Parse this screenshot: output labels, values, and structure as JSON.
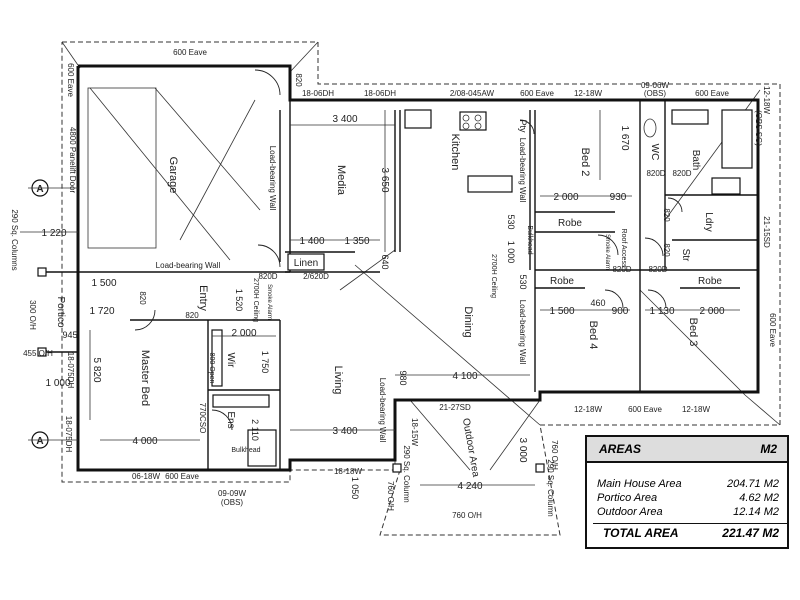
{
  "rooms": {
    "garage": "Garage",
    "media": "Media",
    "kitchen": "Kitchen",
    "bed2": "Bed 2",
    "wc": "WC",
    "bath": "Bath",
    "ldry": "Ldry",
    "str": "Str",
    "linen": "Linen",
    "robe_1": "Robe",
    "robe_2": "Robe",
    "robe_3": "Robe",
    "dining": "Dining",
    "bed4": "Bed 4",
    "bed3": "Bed 3",
    "entry": "Entry",
    "portico": "Portico",
    "master_bed": "Master Bed",
    "wir": "Wir",
    "ens": "Ens",
    "living": "Living",
    "outdoor_area": "Outdoor Area",
    "pty": "Pty"
  },
  "dimensions": {
    "d3400_media": "3 400",
    "d3650": "3 650",
    "d1400": "1 400",
    "d1350": "1 350",
    "d640": "640",
    "d1670": "1 670",
    "d2000_bed2": "2 000",
    "d930": "930",
    "d530a": "530",
    "d1000": "1 000",
    "d530b": "530",
    "d1500_bed4": "1 500",
    "d460": "460",
    "d900": "900",
    "d1130": "1 130",
    "d2000_bed3": "2 000",
    "d4100": "4 100",
    "d980": "980",
    "d3400_living": "3 400",
    "d3000": "3 000",
    "d4240": "4 240",
    "d1050": "1 050",
    "d1220": "1 220",
    "d1500_portico": "1 500",
    "d1720": "1 720",
    "d945": "945",
    "d5820": "5 820",
    "d1000_left": "1 000",
    "d4000": "4 000",
    "d1520": "1 520",
    "d2000_wir": "2 000",
    "d1750": "1 750",
    "d2110": "2 110"
  },
  "annotations": {
    "eave_600_top_garage": "600 Eave",
    "eave_600_left": "600 Eave",
    "eave_600_top_mid": "600 Eave",
    "eave_600_top_right": "600 Eave",
    "eave_600_right": "600 Eave",
    "eave_600_bottom_mid": "600 Eave",
    "eave_600_bottom_left": "600 Eave",
    "w_18_06dh_a": "18-06DH",
    "w_18_06dh_b": "18-06DH",
    "w_2_08_045aw": "2/08-045AW",
    "w_12_18w_top": "12-18W",
    "w_09_06w": "09-06W",
    "w_obs_top": "(OBS)",
    "w_12_18w_corner": "12-18W",
    "w_obs_sg": "(OBS SG)",
    "w_21_15sd": "21-15SD",
    "w_12_18w_bot_a": "12-18W",
    "w_12_18w_bot_b": "12-18W",
    "w_21_27sd": "21-27SD",
    "w_18_15w": "18-15W",
    "w_18_18w": "18-18W",
    "w_06_18w": "06-18W",
    "w_09_09w": "09-09W",
    "w_obs_bot": "(OBS)",
    "w_18_075dh": "18-075DH",
    "w_455": "455 O/H",
    "w_18_075dh_b": "18-075DH",
    "w_4800": "4800 Panelift Door",
    "columns_290": "290 Sq. Columns",
    "oh_300": "300 O/H",
    "oh_760_a": "760 O/H",
    "oh_760_b": "760 O/H",
    "oh_760_c": "760 O/H",
    "sq_col_a": "290 Sq. Column",
    "sq_col_b": "290 Sq. Column",
    "lbw_garage": "Load-bearing Wall",
    "lbw_bottom": "Load-bearing Wall",
    "lbw_kitchen": "Load-bearing Wall",
    "lbw_dining": "Load-bearing Wall",
    "lbw_living": "Load-bearing Wall",
    "ceiling_2700_a": "2700H Ceiling",
    "ceiling_2700_b": "2700H Ceiling",
    "bulkhead_a": "Bulkhead",
    "bulkhead_b": "Bulkhead",
    "roof_access": "Roof Access",
    "smoke_alarm_a": "Smoke Alarm",
    "smoke_alarm_b": "Smoke Alarm",
    "door_820_a": "820",
    "door_820_b": "820D",
    "door_820_c": "820D",
    "door_820_d": "820D",
    "door_820_e": "820",
    "door_820_f": "820",
    "door_820_g": "820D",
    "door_820_h": "820D",
    "door_2_620d": "2/620D",
    "door_820_i": "820",
    "door_770cso": "770CSO",
    "door_800_open": "800 Open",
    "door_820_j": "820",
    "section_mark": "A"
  },
  "areas": {
    "title": "AREAS",
    "unit": "M2",
    "rows": [
      {
        "label": "Main House Area",
        "value": "204.71 M2"
      },
      {
        "label": "Portico Area",
        "value": "4.62 M2"
      },
      {
        "label": "Outdoor Area",
        "value": "12.14 M2"
      }
    ],
    "total_label": "TOTAL AREA",
    "total_value": "221.47 M2"
  }
}
